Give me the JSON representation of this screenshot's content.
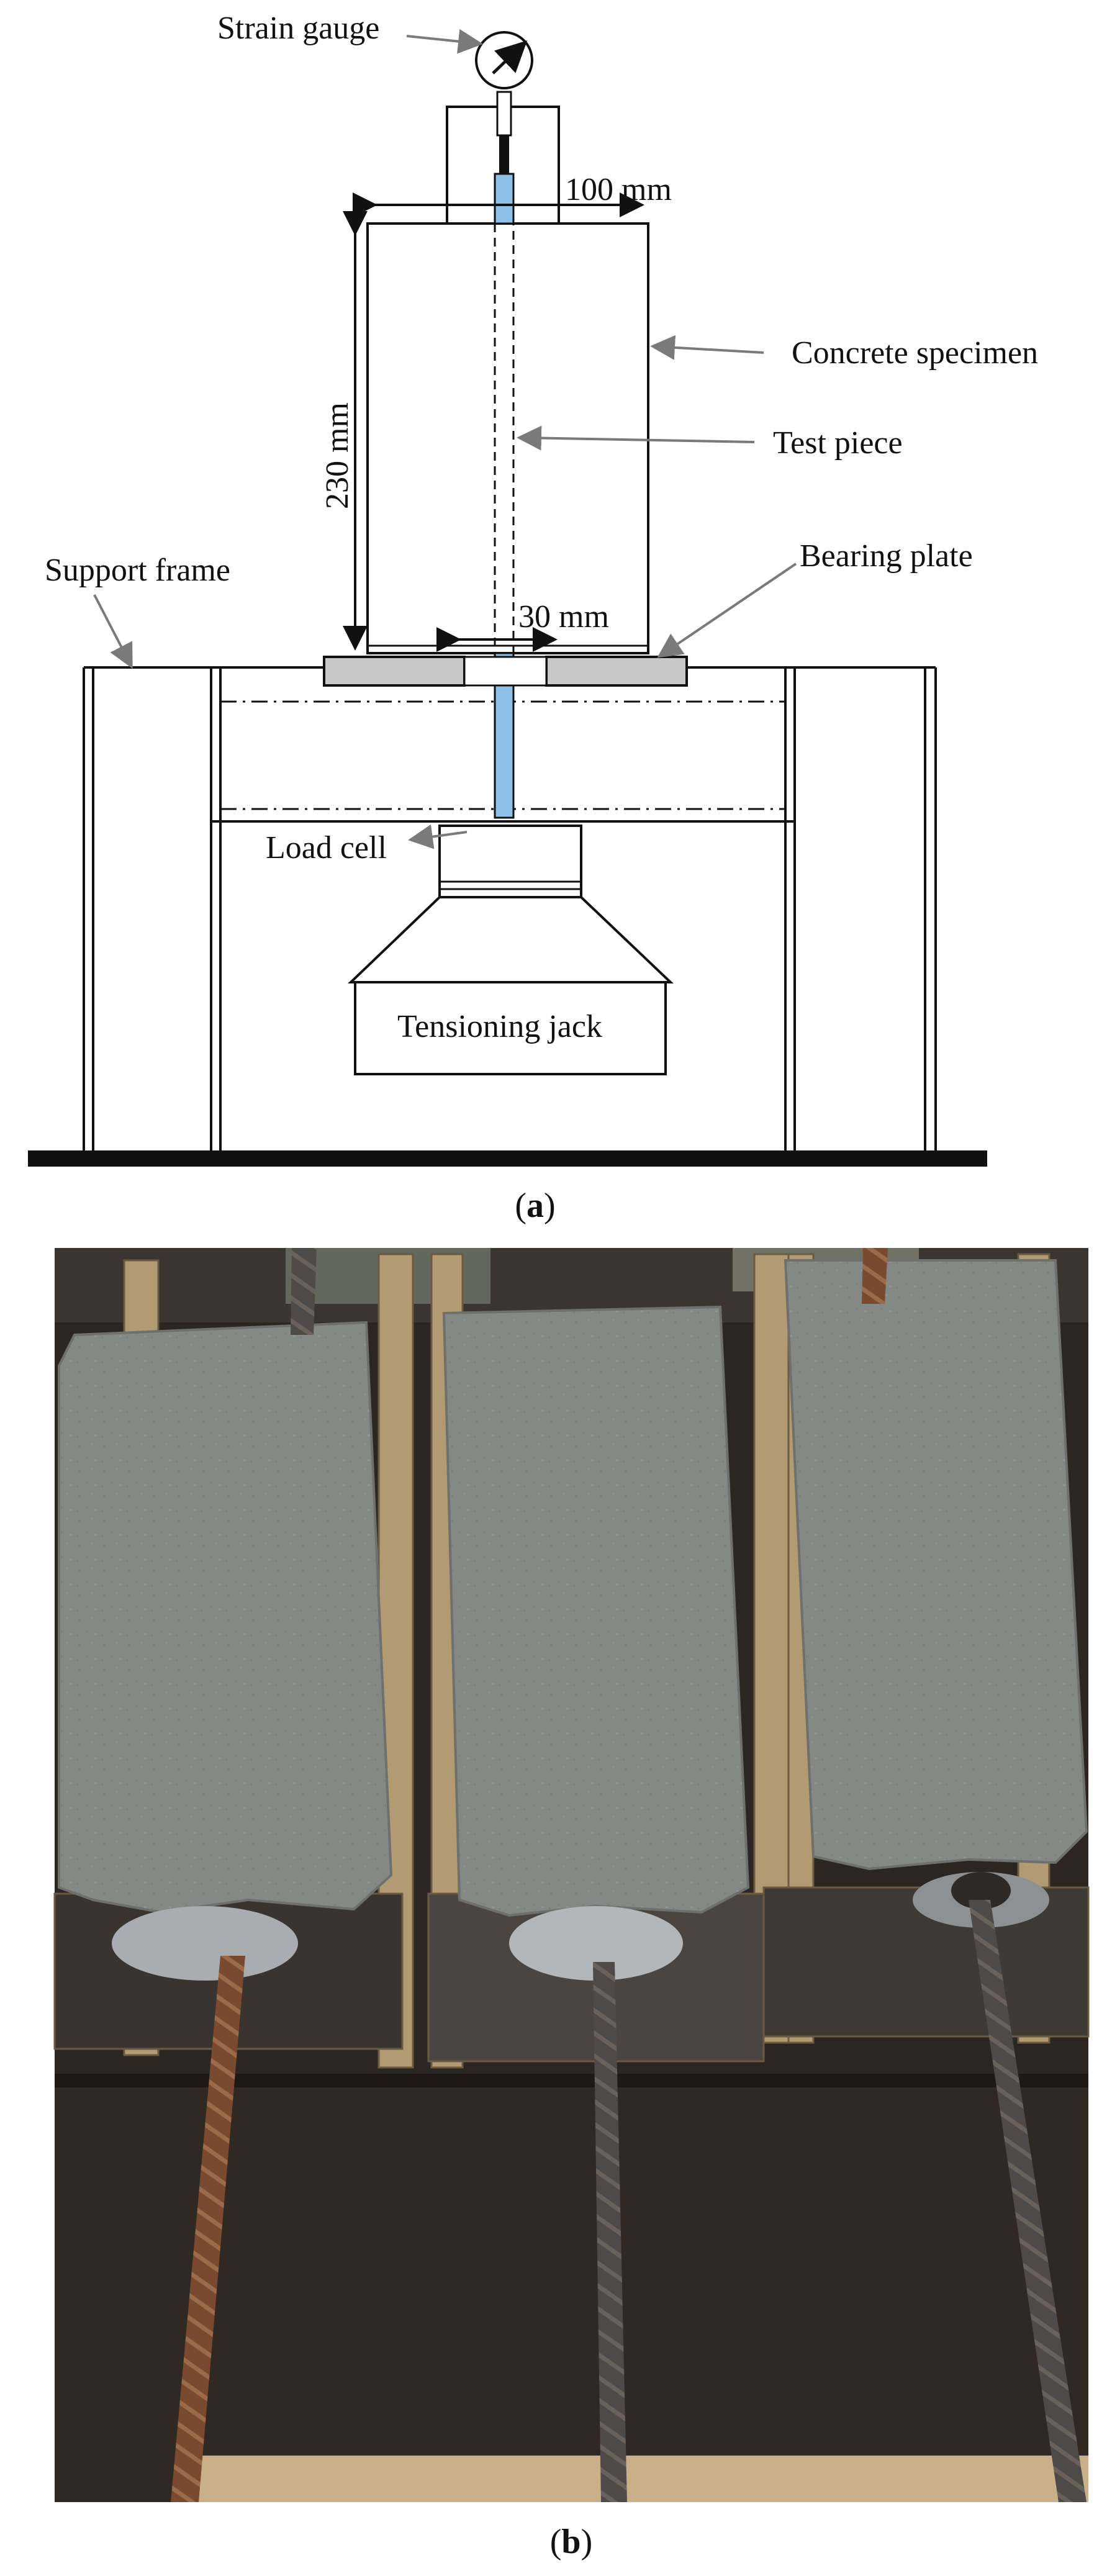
{
  "diagram": {
    "labels": {
      "strain_gauge": "Strain gauge",
      "width_dim": "100 mm",
      "concrete_specimen": "Concrete specimen",
      "height_dim": "230 mm",
      "test_piece": "Test piece",
      "support_frame": "Support frame",
      "bearing_plate": "Bearing  plate",
      "hole_dim": "30 mm",
      "load_cell": "Load cell",
      "tensioning_jack": "Tensioning jack"
    },
    "colors": {
      "line": "#111111",
      "bar": "#8fc1e8",
      "plate": "#c8c8c8",
      "leader": "#7a7a7a"
    }
  },
  "captions": {
    "a_open": "(",
    "a_letter": "a",
    "a_close": ")",
    "b_open": "(",
    "b_letter": "b",
    "b_close": ")"
  },
  "photo": {
    "colors": {
      "background": "#2c2622",
      "concrete": "#858985",
      "mold_wood": "#b29a72",
      "rebar": "#4d4a47",
      "rebar_rust": "#7a4a30",
      "floor": "#2f2823"
    }
  }
}
